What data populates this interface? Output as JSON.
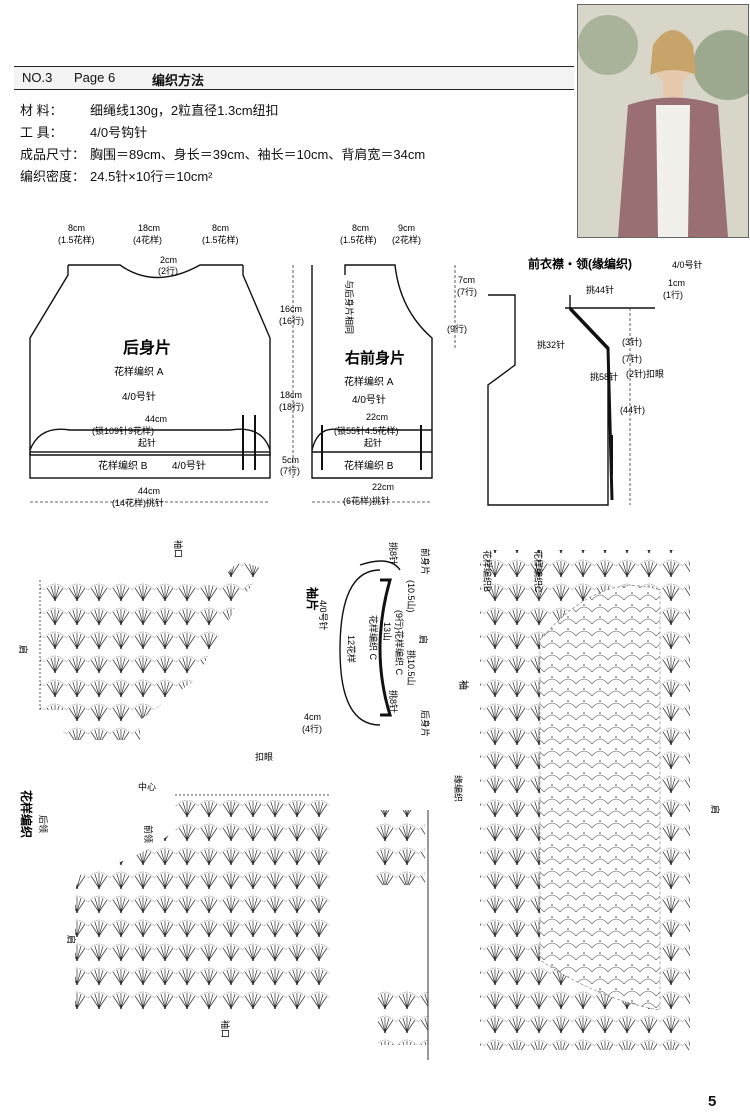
{
  "header": {
    "no": "NO.3",
    "page": "Page 6",
    "title": "编织方法"
  },
  "specs": [
    {
      "label": "材 料：",
      "value": "细绳线130g，2粒直径1.3cm纽扣"
    },
    {
      "label": "工 具：",
      "value": "4/0号钩针"
    },
    {
      "label": "成品尺寸：",
      "value": "胸围＝89cm、身长＝39cm、袖长＝10cm、背肩宽＝34cm"
    },
    {
      "label": "编织密度：",
      "value": "24.5针×10行＝10cm²"
    }
  ],
  "back_piece": {
    "title": "后身片",
    "pattern_a": "花样编织 A",
    "hook": "4/0号针",
    "width_line1": "44cm",
    "width_line2": "(锁109针9花样)",
    "start": "起针",
    "pattern_b": "花样编织 B",
    "hook_b": "4/0号针",
    "bottom_line1": "44cm",
    "bottom_line2": "(14花样)挑针",
    "top_left": "8cm",
    "top_left_sub": "(1.5花样)",
    "top_mid": "18cm",
    "top_mid_sub": "(4花样)",
    "top_right": "8cm",
    "top_right_sub": "(1.5花样)",
    "neck": "2cm",
    "neck_sub": "(2行)",
    "h1": "16cm",
    "h1_sub": "(16行)",
    "h2": "18cm",
    "h2_sub": "(18行)",
    "h3": "5cm",
    "h3_sub": "(7行)"
  },
  "front_piece": {
    "title": "右前身片",
    "same_back": "与后身片相同",
    "pattern_a": "花样编织 A",
    "hook": "4/0号针",
    "width_line1": "22cm",
    "width_line2": "(锁55针4.5花样)",
    "start": "起针",
    "pattern_b": "花样编织 B",
    "bottom_line1": "22cm",
    "bottom_line2": "(6花样)挑针",
    "top_left": "8cm",
    "top_left_sub": "(1.5花样)",
    "top_right": "9cm",
    "top_right_sub": "(2花样)",
    "h1": "7cm",
    "h1_sub": "(7行)",
    "h2": "(9行)"
  },
  "edging": {
    "title": "前衣襟・领(缘编织)",
    "hook": "4/0号针",
    "pick44": "挑44针",
    "pick32": "挑32针",
    "pick58": "挑58针",
    "c1": "1cm",
    "c1_sub": "(1行)",
    "n3": "(3针)",
    "n7": "(7针)",
    "buttonhole": "(2针)扣眼",
    "n44": "(44针)"
  },
  "sleeve": {
    "title": "袖片",
    "hook": "4/0号针",
    "flowers": "12花样",
    "pattern_c": "花样编织 C",
    "pattern_c2": "(9行)花样编织 C",
    "rows13": "13山",
    "mount105": "(10.5山)",
    "mount105b": "挑10.5山",
    "pick8": "挑8针",
    "pick8b": "挑8针",
    "front": "前身片",
    "back": "后身片",
    "shoulder": "肩",
    "cm4": "4cm",
    "cm4_sub": "(4行)"
  },
  "charts": {
    "main_title": "花样编织",
    "back_neck": "后领",
    "center": "中心",
    "front_neck": "前领",
    "shoulder": "肩",
    "armhole": "袖口",
    "buttonhole": "扣眼",
    "edge": "缘编织",
    "sleeve_label": "袖",
    "shoulder2": "肩",
    "pattern_c_label": "花样编织C",
    "pattern_b_label": "花样编织B"
  },
  "page_number": "5"
}
